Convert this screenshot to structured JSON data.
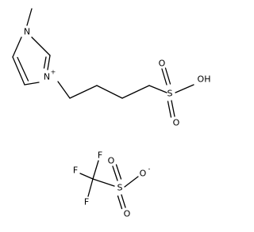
{
  "cation": {
    "n_methyl": "N",
    "n_plus": "N",
    "n_plus_charge": "+",
    "sulfur": "S",
    "hydroxyl": "OH",
    "oxo_top": "O",
    "oxo_bottom": "O"
  },
  "anion": {
    "f_left": "F",
    "f_top": "F",
    "f_bottom": "F",
    "sulfur": "S",
    "oxide": "O",
    "oxide_charge": "-",
    "oxo_top": "O",
    "oxo_bottom": "O"
  }
}
